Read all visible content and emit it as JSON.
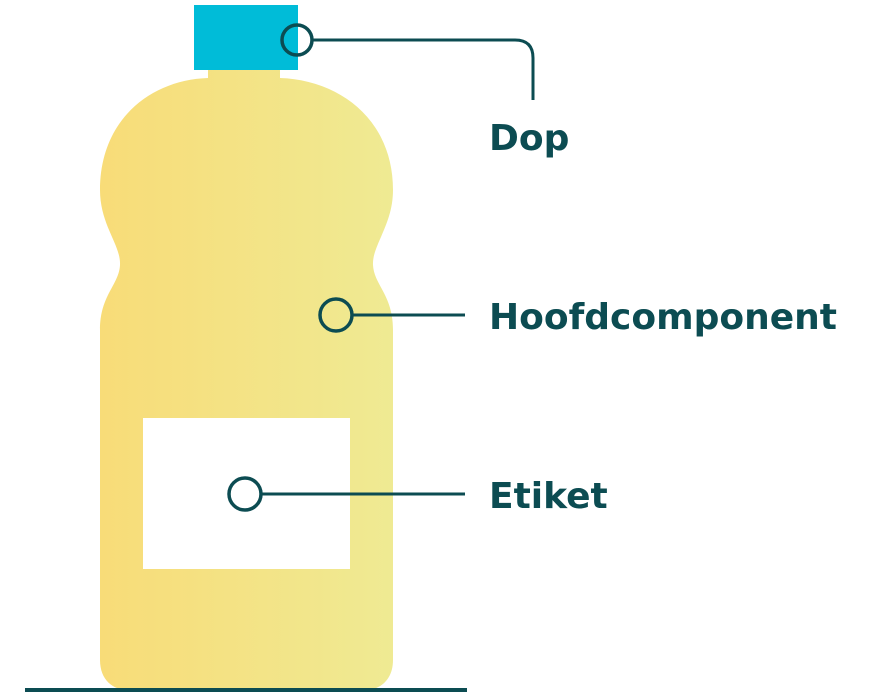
{
  "labels": {
    "cap": "Dop",
    "body": "Hoofdcomponent",
    "label": "Etiket"
  },
  "colors": {
    "background": "#ffffff",
    "bottle_left": "#f8dc78",
    "bottle_right": "#efea93",
    "cap": "#00bcd8",
    "etiket_panel": "#ffffff",
    "callout_line": "#0c4c52",
    "label_text": "#0c4c52"
  }
}
